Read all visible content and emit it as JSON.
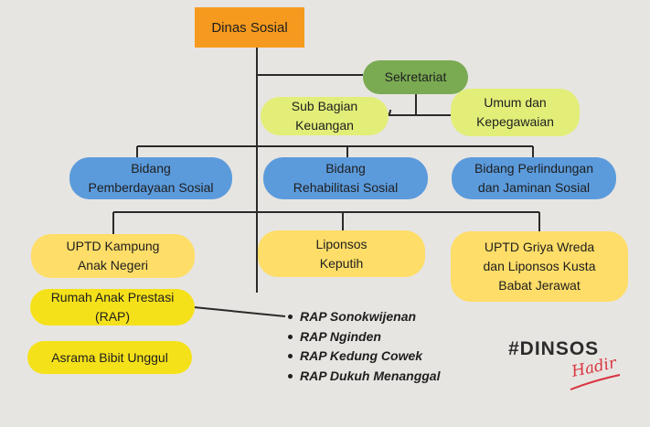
{
  "org_chart": {
    "top": "Dinas Sosial",
    "secretariat": "Sekretariat",
    "sub_sections": [
      "Sub Bagian\nKeuangan",
      "Umum dan\nKepegawaian"
    ],
    "divisions": [
      "Bidang\nPemberdayaan Sosial",
      "Bidang\nRehabilitasi Sosial",
      "Bidang Perlindungan\ndan Jaminan Sosial"
    ],
    "units": [
      "UPTD Kampung\nAnak Negeri",
      "Liponsos\nKeputih",
      "UPTD Griya Wreda\ndan Liponsos Kusta\nBabat Jerawat"
    ],
    "rap": "Rumah Anak Prestasi\n(RAP)",
    "asrama": "Asrama Bibit Unggul",
    "rap_locations": [
      "RAP Sonokwijenan",
      "RAP Nginden",
      "RAP Kedung Cowek",
      "RAP Dukuh Menanggal"
    ]
  },
  "branding": {
    "hashtag": "#DINSOS",
    "signature": "Hadir"
  },
  "colors": {
    "top": "#f59a1e",
    "secretariat": "#7aab53",
    "sub_sections": "#e2ee78",
    "divisions": "#5b9bdc",
    "units": "#fedd68",
    "rap": "#f5e11a",
    "background": "#e7e5e1"
  }
}
